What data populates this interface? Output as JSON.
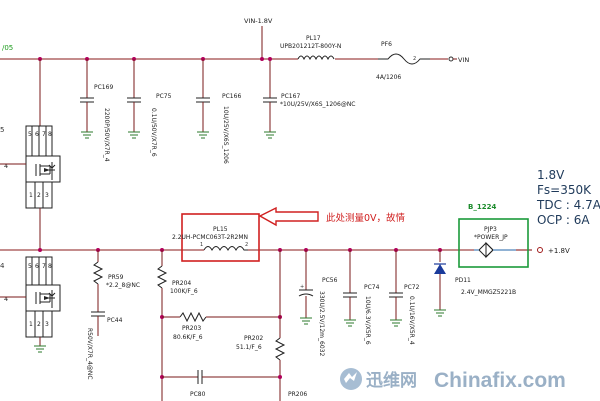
{
  "diagram": {
    "net_top_left": "/05",
    "vin_rail": "VIN-1.8V",
    "inductor_pl17": {
      "ref": "PL17",
      "value": "UPB201212T-800Y-N"
    },
    "fuse_pf6": {
      "ref": "PF6",
      "value": "4A/1206"
    },
    "vin_label": "VIN",
    "caps_top": [
      {
        "ref": "PC169",
        "value": "2200P/50V/X7R_4"
      },
      {
        "ref": "PC75",
        "value": "0.1U/50V/X7R_6"
      },
      {
        "ref": "PC166",
        "value": "10U/25V/X6S_1206"
      },
      {
        "ref": "PC167",
        "value": "*10U/25V/X6S_1206@NC"
      }
    ],
    "inductor_pl15": {
      "ref": "PL15",
      "value": "2.2UH-PCMC063T-2R2MN"
    },
    "annotation_text": "此处测量0V，故情",
    "specs": {
      "voltage": "1.8V",
      "fs": "Fs=350K",
      "tdc": "TDC : 4.7A",
      "ocp": "OCP : 6A"
    },
    "jumper": {
      "label": "B_1224",
      "ref": "PJP3",
      "value": "*POWER_JP"
    },
    "out_label": "+1.8V",
    "diode": {
      "ref": "PD11",
      "value": "2.4V_MMGZ5221B"
    },
    "resistors": [
      {
        "ref": "PR59",
        "value": "*2.2_8@NC"
      },
      {
        "ref": "PR204",
        "value": "100K/F_6"
      },
      {
        "ref": "PR203",
        "value": "80.6K/F_6"
      },
      {
        "ref": "PR202",
        "value": "51.1/F_6"
      },
      {
        "ref": "PR206",
        "value": ""
      }
    ],
    "caps_bottom": [
      {
        "ref": "PC44",
        "value": "R50V/X7R_4@NC"
      },
      {
        "ref": "PC56",
        "value": "330U/2.5V/12m_6032"
      },
      {
        "ref": "PC74",
        "value": "10U/6.3V/X5R_6"
      },
      {
        "ref": "PC72",
        "value": "0.1U/16V/X5R_4"
      },
      {
        "ref": "PC80",
        "value": ""
      }
    ],
    "fet_pins_top": [
      "5",
      "6",
      "7",
      "8"
    ],
    "fet_pins_bottom": [
      "5",
      "6",
      "7",
      "8"
    ],
    "fet_pin_4": "4",
    "fet_pins_lower_group": [
      "1",
      "2",
      "3"
    ],
    "left_edge_marks": [
      "5",
      "4"
    ]
  },
  "watermark": {
    "brand_cn": "迅维网",
    "brand_en": "Chinafix.com"
  }
}
